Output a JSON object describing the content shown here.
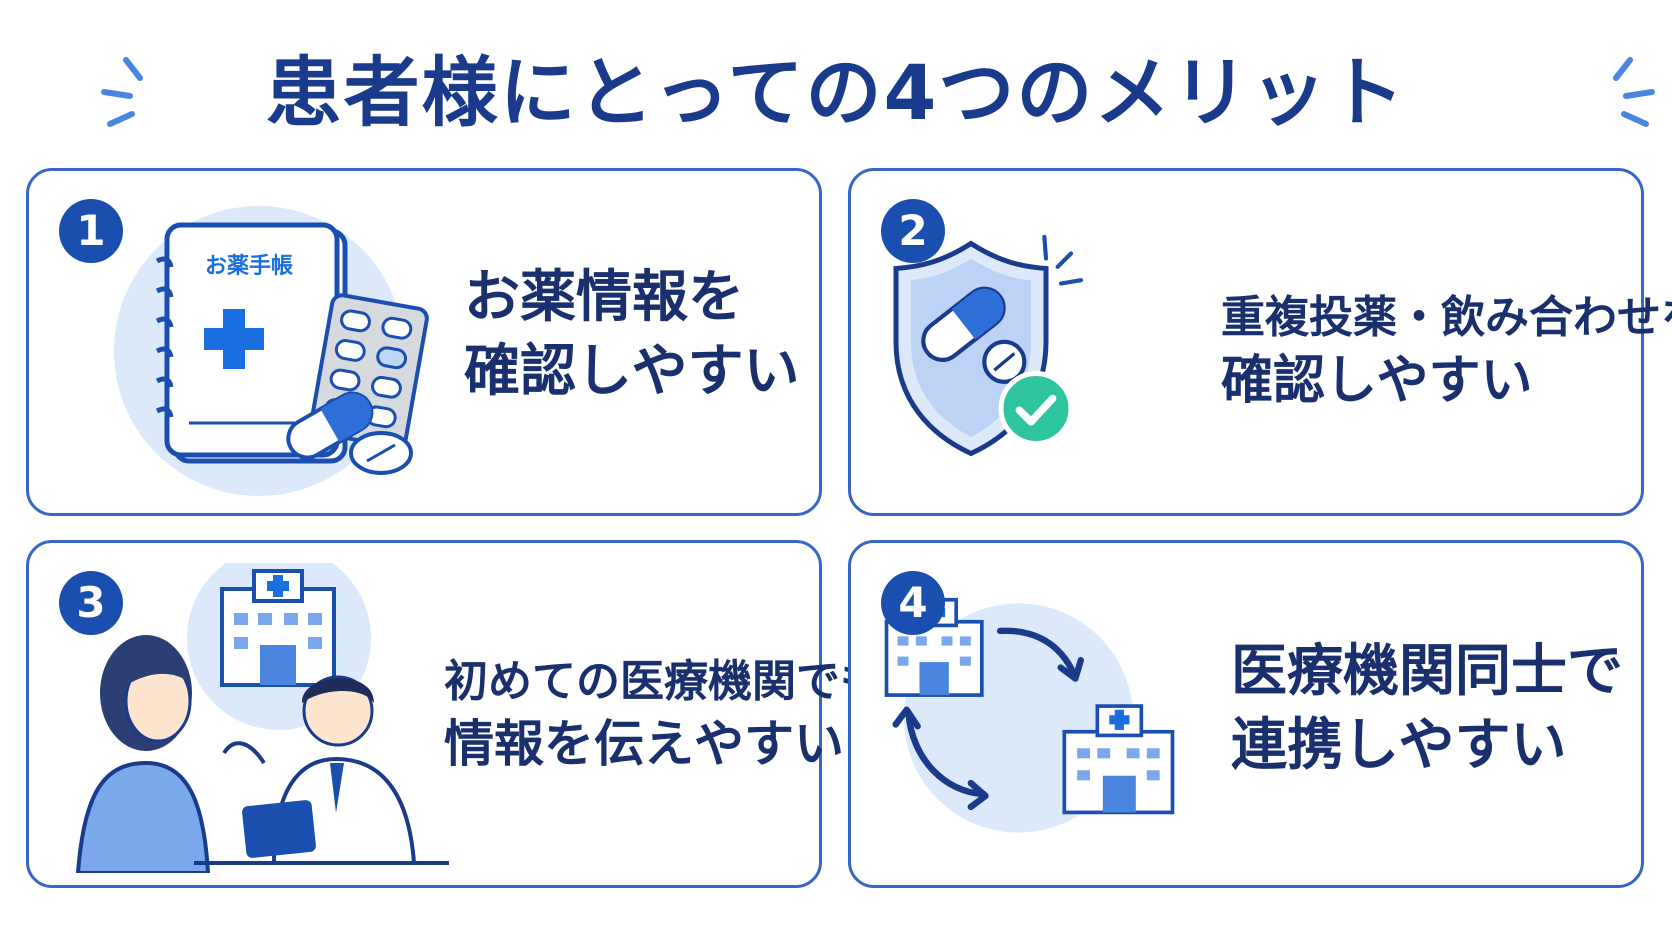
{
  "title": "患者様にとっての4つのメリット",
  "colors": {
    "primary": "#1a4fb0",
    "title": "#1a3a8c",
    "text": "#1a2f6e",
    "border": "#3566c8",
    "light_blue": "#dce9fb",
    "check_green": "#2ec4a0"
  },
  "cards": [
    {
      "number": "1",
      "line1": "お薬情報を",
      "line2": "確認しやすい",
      "notebook_label": "お薬手帳",
      "icons": [
        "medicine-notebook-icon",
        "blister-pack-icon",
        "capsule-icon",
        "tablet-icon"
      ]
    },
    {
      "number": "2",
      "line1": "重複投薬・飲み合わせを",
      "line2": "確認しやすい",
      "icons": [
        "shield-icon",
        "capsule-icon",
        "tablet-icon",
        "check-icon"
      ]
    },
    {
      "number": "3",
      "line1": "初めての医療機関でも",
      "line2": "情報を伝えやすい",
      "icons": [
        "hospital-icon",
        "patient-icon",
        "doctor-icon",
        "tablet-device-icon"
      ]
    },
    {
      "number": "4",
      "line1": "医療機関同士で",
      "line2": "連携しやすい",
      "icons": [
        "hospital-icon",
        "hospital-icon",
        "cycle-arrows-icon"
      ]
    }
  ]
}
